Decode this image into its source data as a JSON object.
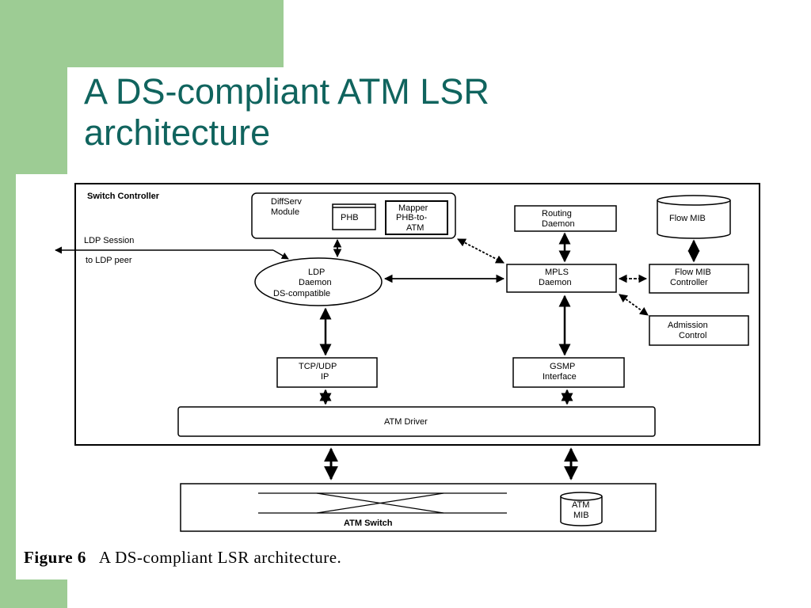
{
  "slide": {
    "title_line1": "A DS-compliant ATM LSR",
    "title_line2": "architecture"
  },
  "diagram": {
    "switch_controller": "Switch Controller",
    "diffserv_l1": "DiffServ",
    "diffserv_l2": "Module",
    "phb": "PHB",
    "mapper_l1": "Mapper",
    "mapper_l2": "PHB-to-",
    "mapper_l3": "ATM",
    "routing_l1": "Routing",
    "routing_l2": "Daemon",
    "flow_mib": "Flow MIB",
    "ldp_session_l1": "LDP Session",
    "ldp_session_l2": "to LDP peer",
    "ldp_l1": "LDP",
    "ldp_l2": "Daemon",
    "ldp_l3": "DS-compatible",
    "mpls_l1": "MPLS",
    "mpls_l2": "Daemon",
    "flow_ctrl_l1": "Flow MIB",
    "flow_ctrl_l2": "Controller",
    "admission_l1": "Admission",
    "admission_l2": "Control",
    "tcp_l1": "TCP/UDP",
    "tcp_l2": "IP",
    "gsmp_l1": "GSMP",
    "gsmp_l2": "Interface",
    "atm_driver": "ATM Driver",
    "atm_switch": "ATM Switch",
    "atm_mib_l1": "ATM",
    "atm_mib_l2": "MIB"
  },
  "caption": {
    "figure": "Figure 6",
    "text": "A DS-compliant LSR architecture."
  }
}
